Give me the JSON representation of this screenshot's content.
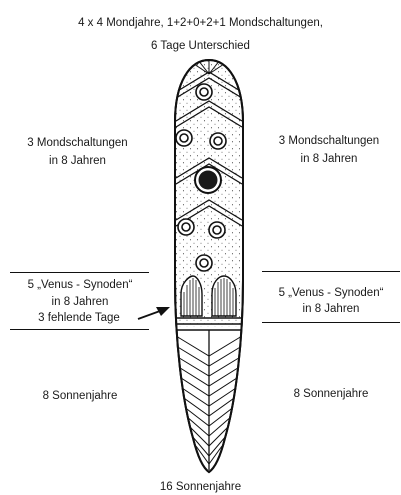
{
  "header": {
    "line1": "4 x 4 Mondjahre, 1+2+0+2+1 Mondschaltungen,",
    "line2": "6 Tage Unterschied"
  },
  "left": {
    "moon_line1": "3 Mondschaltungen",
    "moon_line2": "in 8 Jahren",
    "venus_line1": "5 „Venus - Synoden“",
    "venus_line2": "in 8 Jahren",
    "venus_line3": "3 fehlende Tage",
    "sun": "8 Sonnenjahre"
  },
  "right": {
    "moon_line1": "3 Mondschaltungen",
    "moon_line2": "in 8 Jahren",
    "venus_line1": "5 „Venus - Synoden“",
    "venus_line2": "in 8 Jahren",
    "sun": "8 Sonnenjahre"
  },
  "footer": {
    "text": "16 Sonnenjahre"
  },
  "colors": {
    "ink": "#111111",
    "stipple": "#333333",
    "paper": "#ffffff"
  }
}
